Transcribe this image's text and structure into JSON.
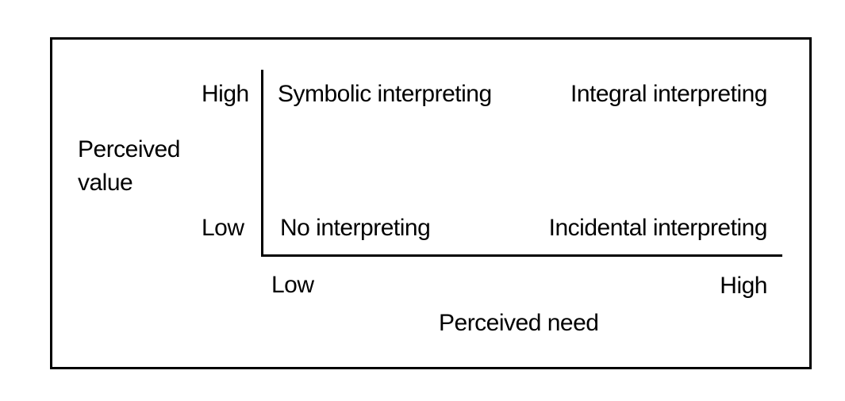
{
  "diagram": {
    "y_axis": {
      "title_line1": "Perceived",
      "title_line2": "value",
      "high_label": "High",
      "low_label": "Low"
    },
    "x_axis": {
      "title": "Perceived need",
      "low_label": "Low",
      "high_label": "High"
    },
    "quadrants": {
      "top_left": "Symbolic interpreting",
      "top_right": "Integral interpreting",
      "bottom_left": "No interpreting",
      "bottom_right": "Incidental interpreting"
    }
  }
}
